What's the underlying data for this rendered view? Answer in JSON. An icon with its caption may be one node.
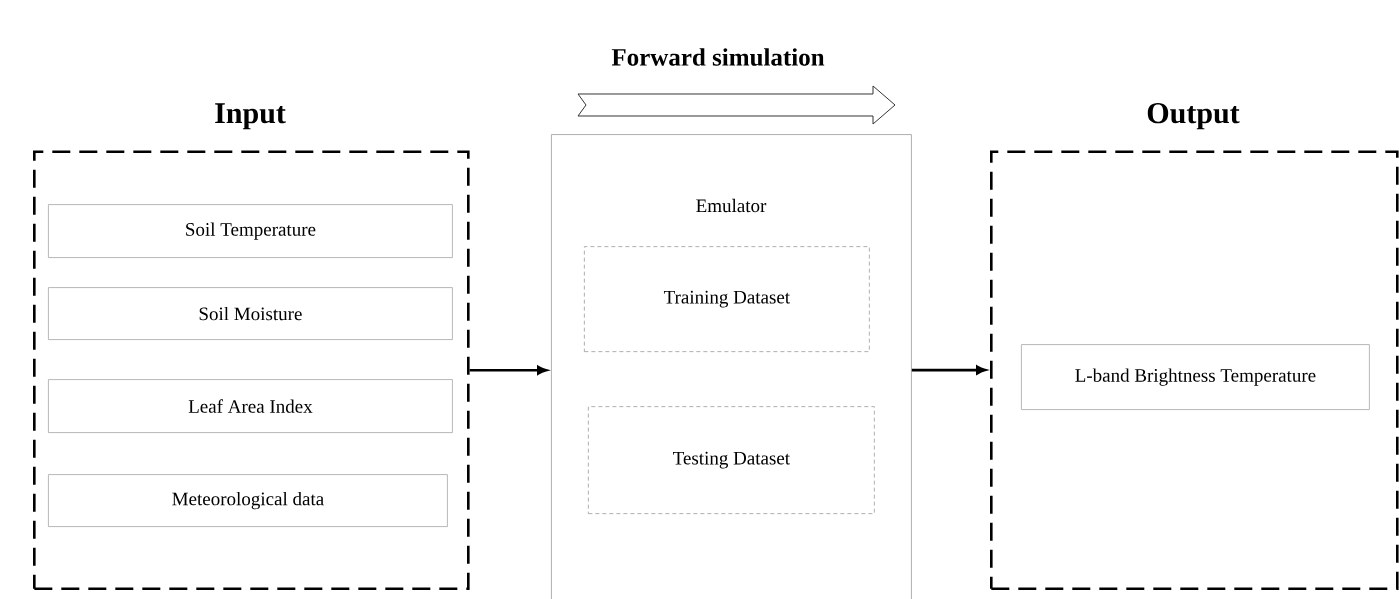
{
  "diagram": {
    "nodes": [
      {
        "text": [
          "Input"
        ]
      },
      {
        "text": [
          "Soil Temperature"
        ],
        "in": 0
      },
      {
        "text": [
          "Soil Moisture"
        ],
        "in": 0
      },
      {
        "text": [
          "Leaf Area Index"
        ],
        "in": 0
      },
      {
        "text": [
          "Meteorological data"
        ],
        "in": 0
      },
      {
        "text": [
          "Emulator"
        ]
      },
      {
        "text": [
          "Training Dataset"
        ],
        "in": 5
      },
      {
        "text": [
          "Testing Dataset"
        ],
        "in": 5
      },
      {
        "text": [
          "Output"
        ]
      },
      {
        "text": [
          "L-band Brightness Temperature"
        ],
        "in": 8
      }
    ],
    "edges": [
      {
        "from": 0,
        "to": 5,
        "arrow": "to"
      },
      {
        "from": 5,
        "to": 8,
        "arrow": "to"
      }
    ],
    "labels": [
      "Forward simulation"
    ]
  }
}
